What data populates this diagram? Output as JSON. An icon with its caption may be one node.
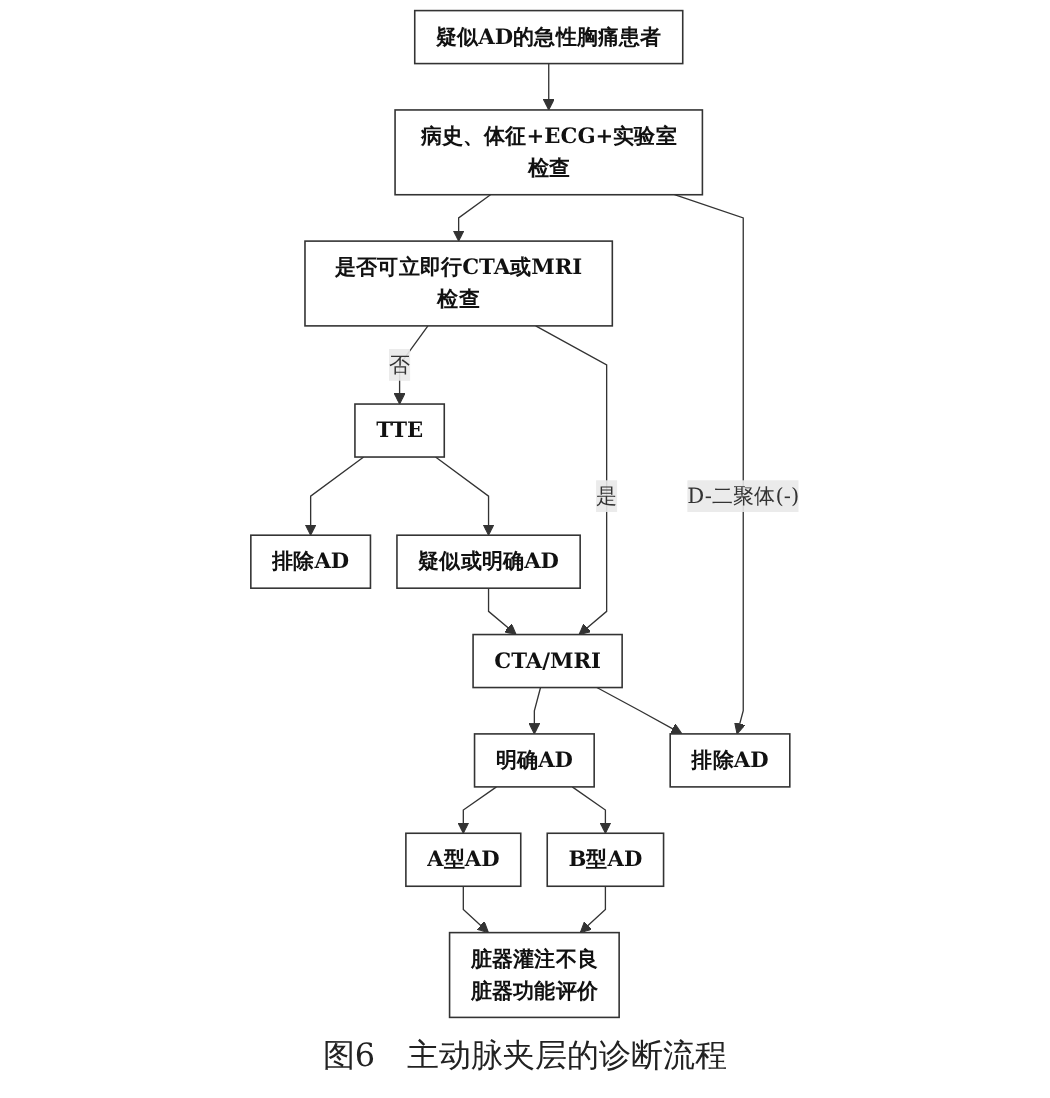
{
  "diagram": {
    "caption": "图6　主动脉夹层的诊断流程",
    "nodes": [
      {
        "text": [
          "疑似AD的急性胸痛患者"
        ]
      },
      {
        "text": [
          "病史、体征+ECG+实验室检查"
        ]
      },
      {
        "text": [
          "是否可立即行CTA或MRI检查"
        ]
      },
      {
        "text": [
          "TTE"
        ]
      },
      {
        "text": [
          "CTA/MRI"
        ]
      },
      {
        "text": [
          "排除AD"
        ]
      },
      {
        "text": [
          "疑似或明确AD"
        ]
      },
      {
        "text": [
          "明确AD"
        ]
      },
      {
        "text": [
          "排除AD"
        ]
      },
      {
        "text": [
          "A型AD"
        ]
      },
      {
        "text": [
          "B型AD"
        ]
      },
      {
        "text": [
          "脏器灌注不良",
          "脏器功能评价"
        ]
      }
    ],
    "edges": [
      {
        "from": 0,
        "to": 1,
        "arrow": "to"
      },
      {
        "from": 1,
        "to": 2,
        "arrow": "to"
      },
      {
        "from": 2,
        "to": 3,
        "arrow": "to",
        "label": "否"
      },
      {
        "from": 2,
        "to": 4,
        "arrow": "to",
        "label": "是"
      },
      {
        "from": 1,
        "to": 8,
        "arrow": "to",
        "label": "D-二聚体(-)"
      },
      {
        "from": 3,
        "to": 5,
        "arrow": "to"
      },
      {
        "from": 3,
        "to": 6,
        "arrow": "to"
      },
      {
        "from": 6,
        "to": 4,
        "arrow": "to"
      },
      {
        "from": 4,
        "to": 7,
        "arrow": "to"
      },
      {
        "from": 4,
        "to": 8,
        "arrow": "to"
      },
      {
        "from": 7,
        "to": 9,
        "arrow": "to"
      },
      {
        "from": 7,
        "to": 10,
        "arrow": "to"
      },
      {
        "from": 9,
        "to": 11,
        "arrow": "to"
      },
      {
        "from": 10,
        "to": 11,
        "arrow": "to"
      }
    ]
  }
}
